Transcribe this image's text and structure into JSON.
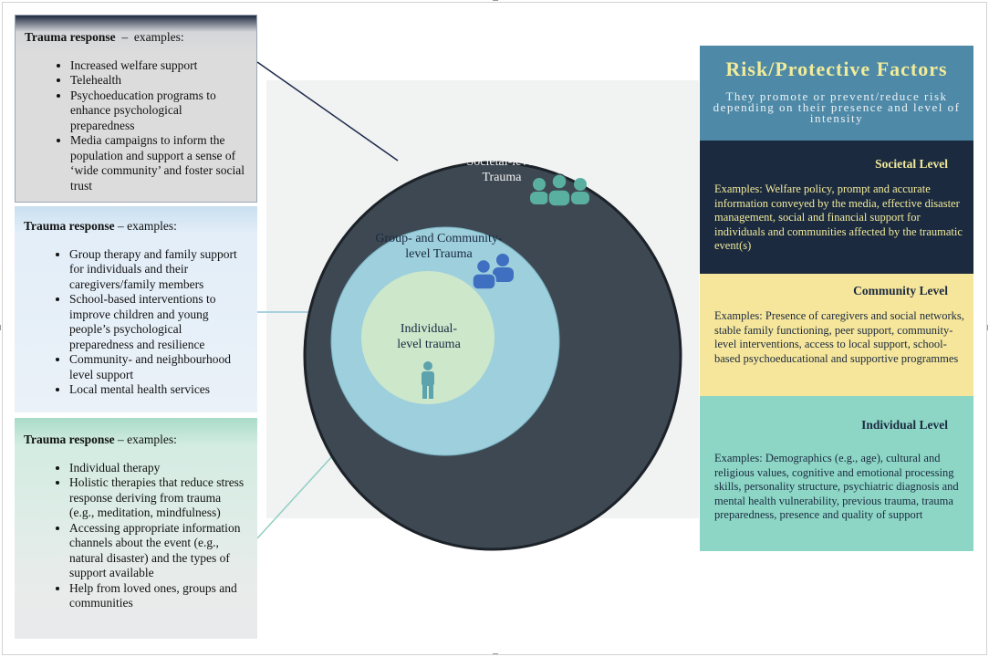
{
  "left_boxes": [
    {
      "heading_bold": "Trauma response",
      "heading_rest": "  –  examples:",
      "items": [
        "Increased welfare support",
        "Telehealth",
        "Psychoeducation programs to enhance psychological preparedness",
        "Media campaigns to inform the population and support a sense of ‘wide community’ and foster social trust"
      ]
    },
    {
      "heading_bold": "Trauma response",
      "heading_rest": " – examples:",
      "items": [
        "Group therapy and family support for individuals and their caregivers/family members",
        "School-based interventions to improve children and young people’s psychological preparedness and resilience",
        "Community- and neighbourhood level support",
        "Local mental health services"
      ]
    },
    {
      "heading_bold": "Trauma response",
      "heading_rest": " – examples:",
      "items": [
        "Individual therapy",
        "Holistic therapies that reduce stress response deriving from trauma (e.g., meditation, mindfulness)",
        "Accessing appropriate information channels about the event (e.g., natural disaster) and the types of support available",
        "Help from loved ones, groups and communities"
      ]
    }
  ],
  "circles": {
    "societal": {
      "line1": "Societal-level",
      "line2": "Trauma",
      "color": "#3d4852",
      "icon": "group-of-three-people-icon",
      "icon_color": "#5ab0a0"
    },
    "community": {
      "line1": "Group- and Community-",
      "line2": "level Trauma",
      "color": "#9ecfdc",
      "icon": "two-people-icon",
      "icon_color": "#3f6fc0"
    },
    "individual": {
      "line1": "Individual-",
      "line2": "level trauma",
      "color": "#cde7cb",
      "icon": "single-person-icon",
      "icon_color": "#5ca3ad"
    }
  },
  "right_panel": {
    "title": "Risk/Protective Factors",
    "subtitle": "They promote or prevent/reduce risk depending on their presence and level of intensity",
    "levels": [
      {
        "name": "Societal Level",
        "examples": "Examples: Welfare policy, prompt and accurate information conveyed by the media, effective disaster management, social and financial support for individuals and communities affected by the traumatic event(s)",
        "bg": "#1b2a3f"
      },
      {
        "name": "Community Level",
        "examples": "Examples: Presence of caregivers and social networks, stable family functioning, peer support, community-level interventions, access to local support, school-based psychoeducational and supportive programmes",
        "bg": "#f6e69b"
      },
      {
        "name": "Individual Level",
        "examples": "Examples: Demographics (e.g., age), cultural and religious values, cognitive and emotional processing skills, personality structure, psychiatric diagnosis and mental health vulnerability, previous trauma, trauma preparedness, presence and quality of support",
        "bg": "#8dd6c6"
      }
    ]
  }
}
